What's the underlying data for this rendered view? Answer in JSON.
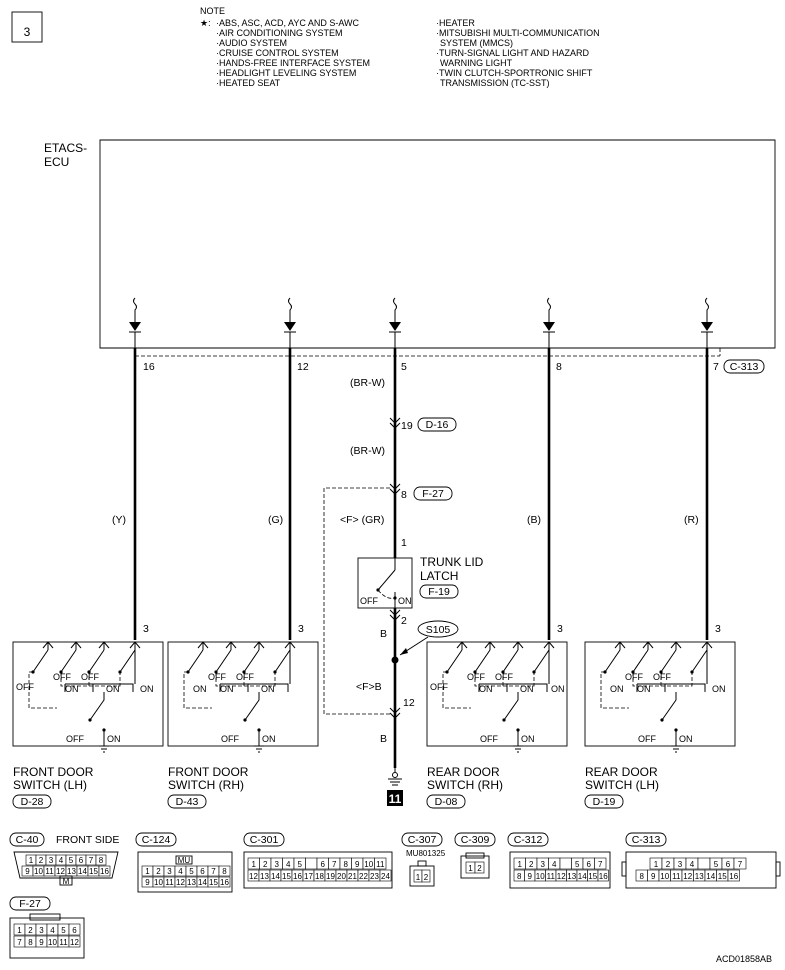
{
  "page_number": "3",
  "note": {
    "heading": "NOTE",
    "star": "★:",
    "left_lines": [
      "·ABS, ASC, ACD, AYC AND S-AWC",
      "·AIR CONDITIONING SYSTEM",
      "·AUDIO SYSTEM",
      "·CRUISE CONTROL SYSTEM",
      "·HANDS-FREE INTERFACE SYSTEM",
      "·HEADLIGHT LEVELING SYSTEM",
      "·HEATED SEAT"
    ],
    "right_lines": [
      "·HEATER",
      "·MITSUBISHI MULTI-COMMUNICATION",
      "SYSTEM (MMCS)",
      "·TURN-SIGNAL LIGHT AND HAZARD",
      "WARNING LIGHT",
      "·TWIN CLUTCH-SPORTRONIC SHIFT",
      "TRANSMISSION (TC-SST)"
    ]
  },
  "ecu": {
    "line1": "ETACS-",
    "line2": "ECU",
    "connector": "C-313"
  },
  "ecu_pins": [
    "16",
    "12",
    "5",
    "8",
    "7"
  ],
  "wire_colors": {
    "y": "(Y)",
    "g": "(G)",
    "b": "(B)",
    "r": "(R)",
    "brw_upper": "(BR-W)",
    "brw_lower": "(BR-W)",
    "gr": "<F> (GR)",
    "b_mid": "B",
    "fb": "<F>B",
    "b_low": "B"
  },
  "intermediate": {
    "d16_pin": "19",
    "d16": "D-16",
    "f27_pin": "8",
    "f27": "F-27",
    "pin_1": "1",
    "pin_2": "2",
    "pin_12": "12"
  },
  "trunk": {
    "line1": "TRUNK LID",
    "line2": "LATCH",
    "connector": "F-19",
    "off": "OFF",
    "on": "ON"
  },
  "splice": "S105",
  "ground_ref": "11",
  "switches": [
    {
      "pin": "3",
      "line1": "FRONT DOOR",
      "line2": "SWITCH (LH)",
      "connector": "D-28"
    },
    {
      "pin": "3",
      "line1": "FRONT DOOR",
      "line2": "SWITCH (RH)",
      "connector": "D-43"
    },
    {
      "pin": "3",
      "line1": "REAR DOOR",
      "line2": "SWITCH (RH)",
      "connector": "D-08"
    },
    {
      "pin": "3",
      "line1": "REAR DOOR",
      "line2": "SWITCH (LH)",
      "connector": "D-19"
    }
  ],
  "switch_states": {
    "off": "OFF",
    "on": "ON"
  },
  "connectors": {
    "c40": {
      "label": "C-40",
      "side": "FRONT SIDE",
      "row1": [
        "1",
        "2",
        "3",
        "4",
        "5",
        "6",
        "7",
        "8"
      ],
      "row2": [
        "9",
        "10",
        "11",
        "12",
        "13",
        "14",
        "15",
        "16"
      ],
      "tag": "M"
    },
    "c124": {
      "label": "C-124",
      "tag": "MU",
      "row1": [
        "1",
        "2",
        "3",
        "4",
        "5",
        "6",
        "7",
        "8"
      ],
      "row2": [
        "9",
        "10",
        "11",
        "12",
        "13",
        "14",
        "15",
        "16"
      ]
    },
    "c301": {
      "label": "C-301",
      "row1": [
        "1",
        "2",
        "3",
        "4",
        "5",
        "",
        "6",
        "7",
        "8",
        "9",
        "10",
        "11"
      ],
      "row2": [
        "12",
        "13",
        "14",
        "15",
        "16",
        "17",
        "18",
        "19",
        "20",
        "21",
        "22",
        "23",
        "24"
      ]
    },
    "c307": {
      "label": "C-307",
      "part": "MU801325",
      "pins": [
        "1",
        "2"
      ]
    },
    "c309": {
      "label": "C-309",
      "pins": [
        "1",
        "2"
      ]
    },
    "c312": {
      "label": "C-312",
      "row1": [
        "1",
        "2",
        "3",
        "4",
        "",
        "5",
        "6",
        "7"
      ],
      "row2": [
        "8",
        "9",
        "10",
        "11",
        "12",
        "13",
        "14",
        "15",
        "16"
      ]
    },
    "c313": {
      "label": "C-313",
      "row1": [
        "1",
        "2",
        "3",
        "4",
        "",
        "5",
        "6",
        "7"
      ],
      "row2": [
        "8",
        "9",
        "10",
        "11",
        "12",
        "13",
        "14",
        "15",
        "16"
      ]
    },
    "f27": {
      "label": "F-27",
      "row1": [
        "1",
        "2",
        "3",
        "4",
        "5",
        "6"
      ],
      "row2": [
        "7",
        "8",
        "9",
        "10",
        "11",
        "12"
      ]
    }
  },
  "figure_code": "ACD01858AB"
}
